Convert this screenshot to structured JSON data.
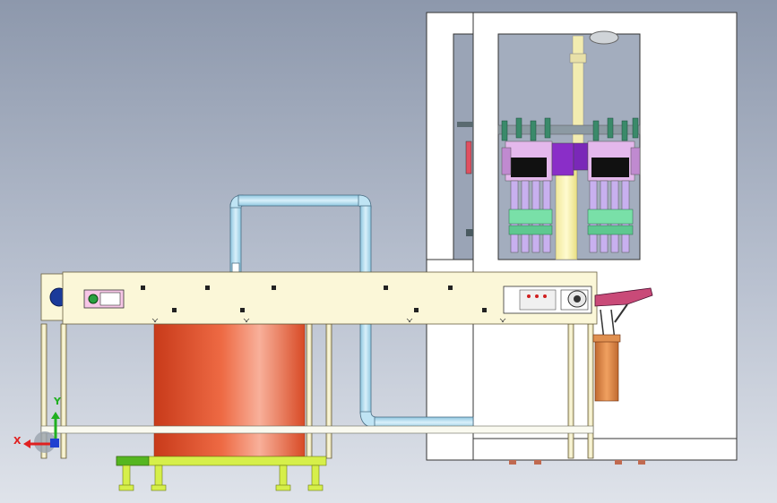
{
  "viewport": {
    "view": "front",
    "background_top": "#8d98ac",
    "background_bottom": "#dfe3ea"
  },
  "triad": {
    "x_label": "X",
    "y_label": "Y",
    "x_color": "#e02020",
    "y_color": "#20b020",
    "z_color": "#2040d0"
  },
  "components": {
    "machine_frame": {
      "color": "#ffffff",
      "stroke": "#333333"
    },
    "conveyor": {
      "color": "#fbf7d8"
    },
    "pipe": {
      "color": "#9fd3ea",
      "stroke": "#4a6f85"
    },
    "drum": {
      "color_dark": "#d84a25",
      "color_light": "#f8b09a"
    },
    "base_plate": {
      "color": "#d6ef4a",
      "accent": "#55b620"
    },
    "filling_heads": {
      "accent": "#8a2ec8",
      "green": "#79e0a8",
      "violet": "#c8b0ef"
    },
    "output_chute": {
      "color": "#c94a78"
    },
    "hanging_bucket": {
      "color": "#e08840"
    }
  }
}
